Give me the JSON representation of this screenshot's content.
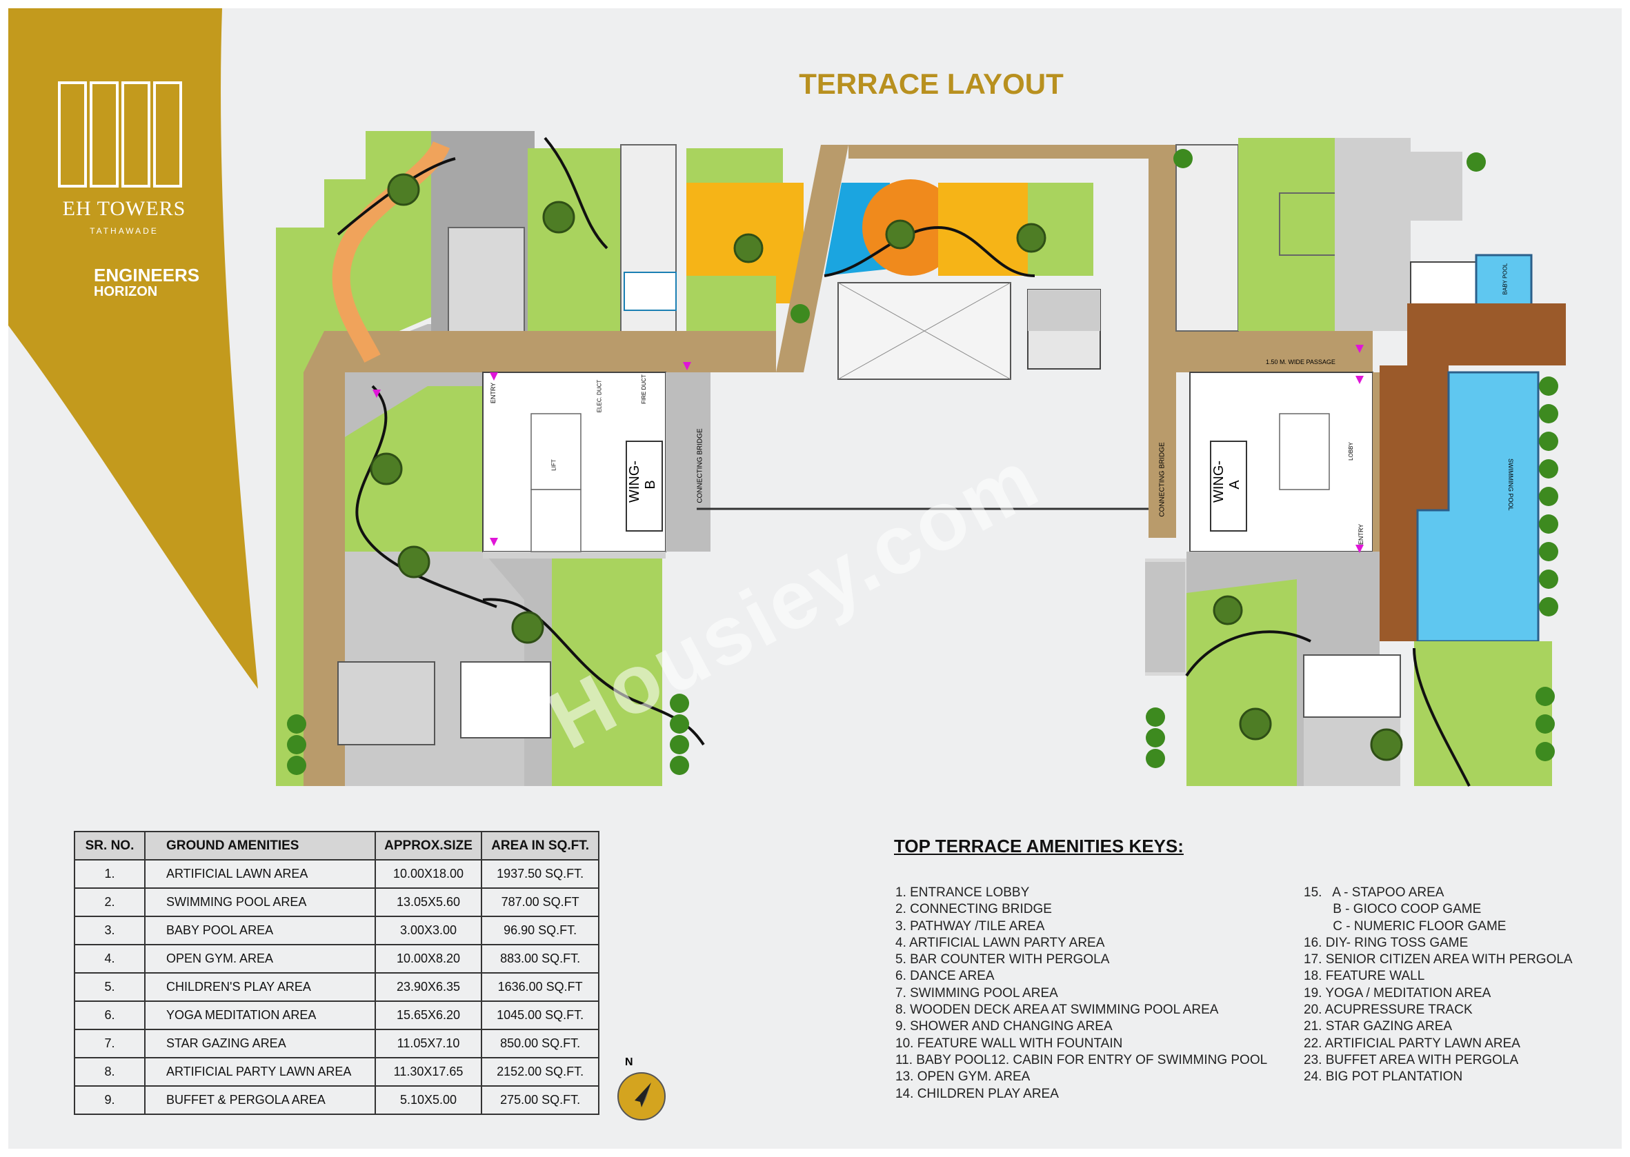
{
  "branding": {
    "name": "EH TOWERS",
    "location": "TATHAWADE",
    "developer_line1": "ENGINEERS",
    "developer_line2": "HORIZON"
  },
  "page_title": "TERRACE LAYOUT",
  "plan_labels": {
    "wing_b": "WING-B",
    "wing_a": "WING-A",
    "connecting_bridge": "CONNECTING BRIDGE",
    "entry": "ENTRY",
    "passage": "1.50 M. WIDE PASSAGE",
    "swimming_pool": "SWIMMING POOL",
    "baby_pool": "BABY POOL",
    "lift": "LIFT",
    "elec_duct": "ELEC. DUCT",
    "fire_duct": "FIRE DUCT",
    "lobby": "LOBBY",
    "watermark": "Housiey.com"
  },
  "amenities_table": {
    "headers": [
      "SR. NO.",
      "GROUND AMENITIES",
      "APPROX.SIZE",
      "AREA IN SQ.FT."
    ],
    "rows": [
      [
        "1.",
        "ARTIFICIAL LAWN AREA",
        "10.00X18.00",
        "1937.50 SQ.FT."
      ],
      [
        "2.",
        "SWIMMING POOL AREA",
        "13.05X5.60",
        "787.00 SQ.FT"
      ],
      [
        "3.",
        "BABY POOL AREA",
        "3.00X3.00",
        "96.90 SQ.FT."
      ],
      [
        "4.",
        "OPEN GYM. AREA",
        "10.00X8.20",
        "883.00 SQ.FT."
      ],
      [
        "5.",
        "CHILDREN'S PLAY AREA",
        "23.90X6.35",
        "1636.00 SQ.FT"
      ],
      [
        "6.",
        "YOGA MEDITATION AREA",
        "15.65X6.20",
        "1045.00 SQ.FT."
      ],
      [
        "7.",
        "STAR GAZING AREA",
        "11.05X7.10",
        "850.00 SQ.FT."
      ],
      [
        "8.",
        "ARTIFICIAL PARTY LAWN AREA",
        "11.30X17.65",
        "2152.00 SQ.FT."
      ],
      [
        "9.",
        "BUFFET & PERGOLA AREA",
        "5.10X5.00",
        "275.00 SQ.FT."
      ]
    ]
  },
  "keys_title": "TOP TERRACE AMENITIES KEYS:",
  "keys_left": [
    "1. ENTRANCE LOBBY",
    "2. CONNECTING BRIDGE",
    "3. PATHWAY /TILE AREA",
    "4. ARTIFICIAL LAWN PARTY AREA",
    "5. BAR COUNTER WITH PERGOLA",
    "6. DANCE AREA",
    "7. SWIMMING POOL AREA",
    "8. WOODEN DECK AREA AT SWIMMING POOL AREA",
    "9. SHOWER AND CHANGING AREA",
    "10. FEATURE WALL WITH FOUNTAIN",
    "11. BABY POOL12. CABIN FOR ENTRY OF SWIMMING POOL",
    "13. OPEN GYM. AREA",
    "14. CHILDREN PLAY AREA"
  ],
  "keys_right": [
    "15.   A - STAPOO AREA",
    "        B - GIOCO COOP GAME",
    "        C - NUMERIC FLOOR GAME",
    "16. DIY- RING TOSS GAME",
    "17. SENIOR CITIZEN AREA WITH PERGOLA",
    "18. FEATURE WALL",
    "19. YOGA / MEDITATION AREA",
    "20. ACUPRESSURE TRACK",
    "21. STAR GAZING AREA",
    "22. ARTIFICIAL PARTY LAWN AREA",
    "23. BUFFET AREA WITH PERGOLA",
    "24. BIG POT PLANTATION"
  ],
  "compass_label": "N",
  "colors": {
    "gold": "#c39a1d",
    "title_gold": "#b8901f",
    "lawn": "#a9d35e",
    "path": "#b99b6b",
    "pool": "#5fc7f0",
    "deck": "#9b5a2a",
    "orange": "#f08a1c",
    "yellow": "#f6b417",
    "blue": "#1ba5e0"
  }
}
